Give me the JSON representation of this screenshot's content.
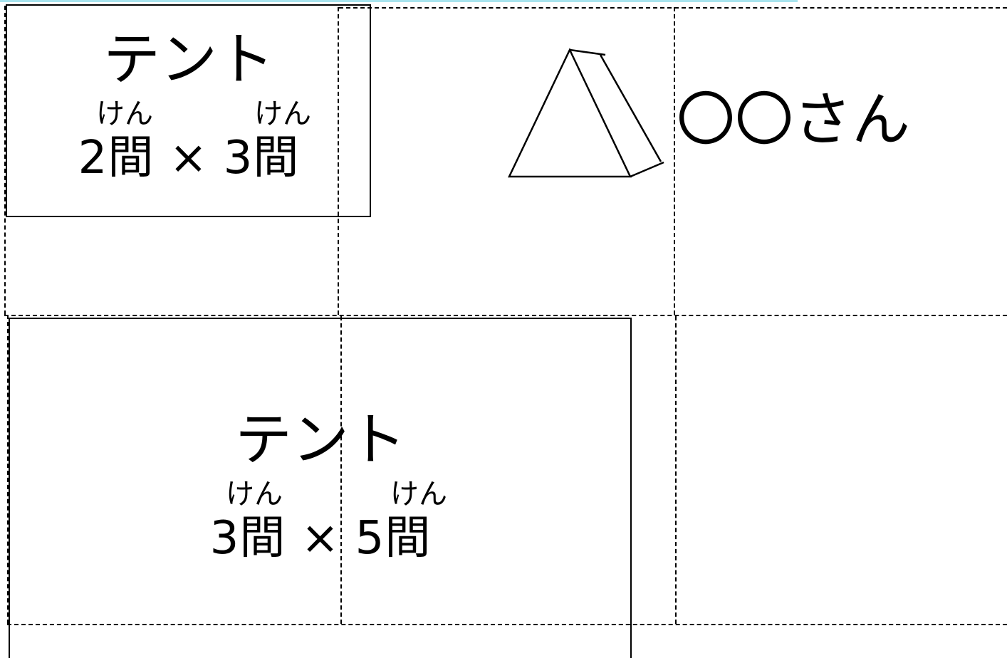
{
  "tent_small": {
    "name": "テント",
    "ruby_1": "けん",
    "ruby_2": "けん",
    "size": "2間 × 3間"
  },
  "tent_large": {
    "name": "テント",
    "ruby_1": "けん",
    "ruby_2": "けん",
    "size": "3間 × 5間"
  },
  "assignee": {
    "label": "〇〇さん"
  },
  "icons": {
    "tent": "tent-icon"
  },
  "colors": {
    "line": "#000000",
    "background": "#ffffff",
    "top_accent": "#a8e4ee"
  }
}
